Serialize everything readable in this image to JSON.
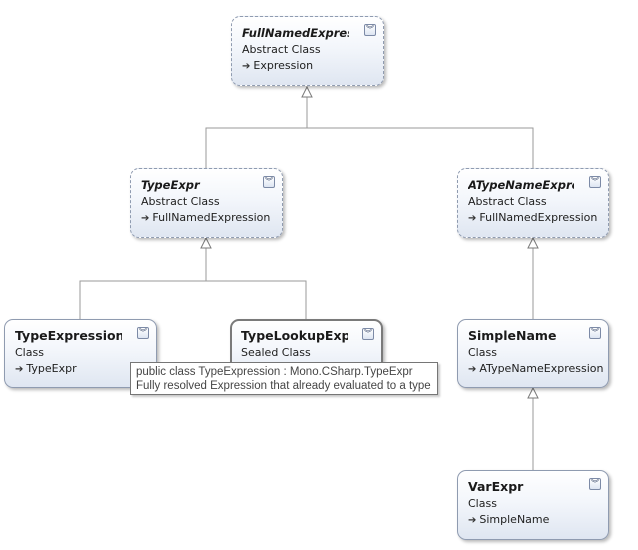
{
  "classes": {
    "full_named": {
      "name": "FullNamedExpress...",
      "kind": "Abstract Class",
      "base": "Expression"
    },
    "type_expr": {
      "name": "TypeExpr",
      "kind": "Abstract Class",
      "base": "FullNamedExpression"
    },
    "a_type_name": {
      "name": "ATypeNameExpres...",
      "kind": "Abstract Class",
      "base": "FullNamedExpression"
    },
    "type_expression": {
      "name": "TypeExpression",
      "kind": "Class",
      "base": "TypeExpr"
    },
    "type_lookup": {
      "name": "TypeLookupExp...",
      "kind": "Sealed Class"
    },
    "simple_name": {
      "name": "SimpleName",
      "kind": "Class",
      "base": "ATypeNameExpression"
    },
    "var_expr": {
      "name": "VarExpr",
      "kind": "Class",
      "base": "SimpleName"
    }
  },
  "tooltip": {
    "line1": "public class TypeExpression : Mono.CSharp.TypeExpr",
    "line2": "Fully resolved Expression that already evaluated to a type"
  },
  "icons": {
    "collapse": "double-chevron-down-icon",
    "inherit": "right-arrow-icon"
  },
  "colors": {
    "line": "#9a9a9a",
    "border": "#8f9bb0",
    "fill_bottom": "#dfe6f1"
  }
}
